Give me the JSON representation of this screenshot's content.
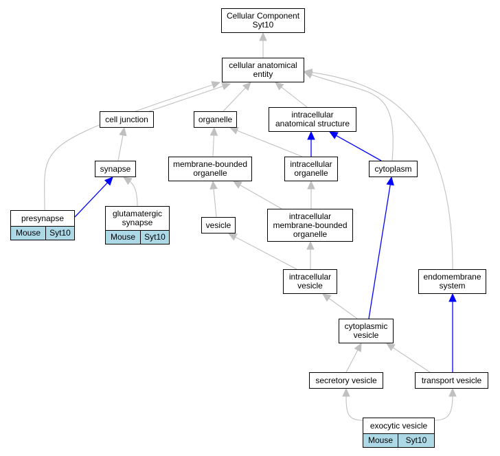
{
  "nodes": {
    "cc_syt10": [
      "Cellular Component",
      "Syt10"
    ],
    "cae": [
      "cellular anatomical",
      "entity"
    ],
    "cell_junction": [
      "cell junction"
    ],
    "organelle": [
      "organelle"
    ],
    "ias": [
      "intracellular",
      "anatomical structure"
    ],
    "synapse": [
      "synapse"
    ],
    "mbo": [
      "membrane-bounded",
      "organelle"
    ],
    "io": [
      "intracellular",
      "organelle"
    ],
    "cytoplasm": [
      "cytoplasm"
    ],
    "presynapse": [
      "presynapse"
    ],
    "glut": [
      "glutamatergic",
      "synapse"
    ],
    "vesicle": [
      "vesicle"
    ],
    "imbo": [
      "intracellular",
      "membrane-bounded",
      "organelle"
    ],
    "iv": [
      "intracellular",
      "vesicle"
    ],
    "endo": [
      "endomembrane",
      "system"
    ],
    "cv": [
      "cytoplasmic",
      "vesicle"
    ],
    "sv": [
      "secretory vesicle"
    ],
    "tv": [
      "transport vesicle"
    ],
    "ev": [
      "exocytic vesicle"
    ]
  },
  "annotations": {
    "presynapse": [
      "Mouse",
      "Syt10"
    ],
    "glut": [
      "Mouse",
      "Syt10"
    ],
    "ev": [
      "Mouse",
      "Syt10"
    ]
  },
  "colors": {
    "edge_gray": "#c0c0c0",
    "edge_blue": "#0000ff",
    "annotation_bg": "#add8e6"
  },
  "edges": [
    {
      "from": "cae",
      "to": "cc_syt10",
      "color": "gray"
    },
    {
      "from": "cell_junction",
      "to": "cae",
      "color": "gray"
    },
    {
      "from": "organelle",
      "to": "cae",
      "color": "gray"
    },
    {
      "from": "ias",
      "to": "cae",
      "color": "gray"
    },
    {
      "from": "presynapse",
      "to": "cae",
      "color": "gray"
    },
    {
      "from": "cytoplasm",
      "to": "cae",
      "color": "gray"
    },
    {
      "from": "endo",
      "to": "cae",
      "color": "gray"
    },
    {
      "from": "synapse",
      "to": "cell_junction",
      "color": "gray"
    },
    {
      "from": "mbo",
      "to": "organelle",
      "color": "gray"
    },
    {
      "from": "io",
      "to": "organelle",
      "color": "gray"
    },
    {
      "from": "io",
      "to": "ias",
      "color": "blue"
    },
    {
      "from": "cytoplasm",
      "to": "ias",
      "color": "blue"
    },
    {
      "from": "presynapse",
      "to": "synapse",
      "color": "blue"
    },
    {
      "from": "glut",
      "to": "synapse",
      "color": "gray"
    },
    {
      "from": "vesicle",
      "to": "mbo",
      "color": "gray"
    },
    {
      "from": "imbo",
      "to": "mbo",
      "color": "gray"
    },
    {
      "from": "imbo",
      "to": "io",
      "color": "gray"
    },
    {
      "from": "iv",
      "to": "vesicle",
      "color": "gray"
    },
    {
      "from": "iv",
      "to": "imbo",
      "color": "gray"
    },
    {
      "from": "cv",
      "to": "iv",
      "color": "gray"
    },
    {
      "from": "cv",
      "to": "cytoplasm",
      "color": "blue"
    },
    {
      "from": "sv",
      "to": "cv",
      "color": "gray"
    },
    {
      "from": "tv",
      "to": "cv",
      "color": "gray"
    },
    {
      "from": "tv",
      "to": "endo",
      "color": "blue"
    },
    {
      "from": "ev",
      "to": "sv",
      "color": "gray"
    },
    {
      "from": "ev",
      "to": "tv",
      "color": "gray"
    }
  ]
}
